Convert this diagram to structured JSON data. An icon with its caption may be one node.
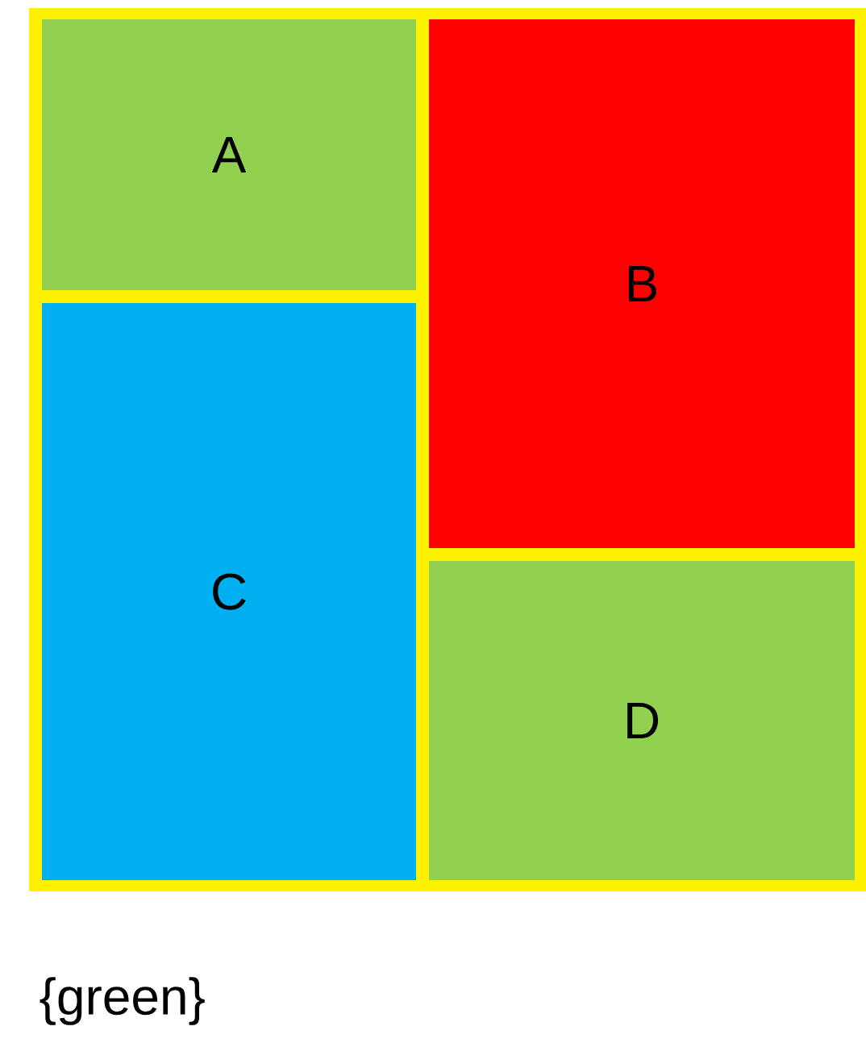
{
  "diagram": {
    "nodes": [
      {
        "text": [
          "A"
        ]
      },
      {
        "text": [
          "B"
        ]
      },
      {
        "text": [
          "C"
        ]
      },
      {
        "text": [
          "D"
        ]
      }
    ],
    "labels": [
      "{green}"
    ]
  }
}
